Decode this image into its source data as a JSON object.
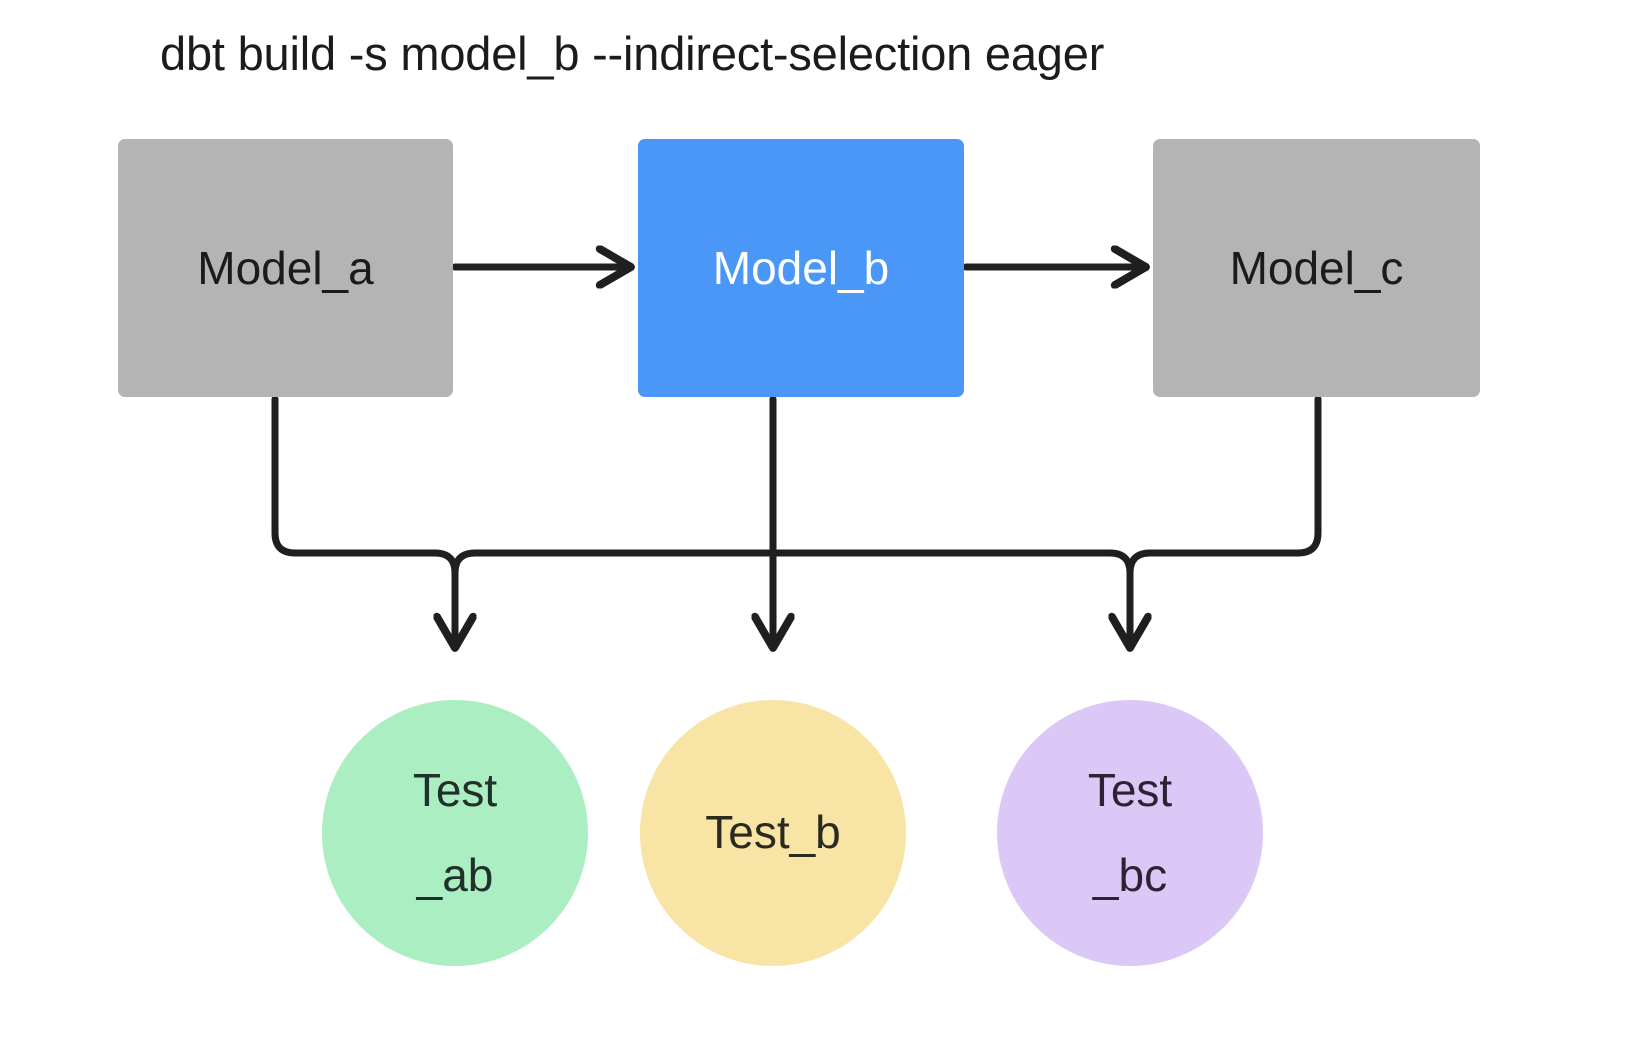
{
  "diagram": {
    "title": "dbt build -s model_b --indirect-selection eager",
    "background": "#ffffff",
    "edge_color": "#1f1f1f",
    "edge_width": 7,
    "nodes": {
      "model_a": {
        "label": "Model_a",
        "shape": "rect",
        "fill": "#b4b4b4",
        "text_color": "#1b1b1b"
      },
      "model_b": {
        "label": "Model_b",
        "shape": "rect",
        "fill": "#4a97f7",
        "text_color": "#ffffff"
      },
      "model_c": {
        "label": "Model_c",
        "shape": "rect",
        "fill": "#b4b4b4",
        "text_color": "#1b1b1b"
      },
      "test_ab": {
        "label_line1": "Test",
        "label_line2": "_ab",
        "shape": "circle",
        "fill": "#abeec2",
        "text_color": "#20302a"
      },
      "test_b": {
        "label_line1": "Test_b",
        "label_line2": "",
        "shape": "circle",
        "fill": "#f8e4a4",
        "text_color": "#2b2a20"
      },
      "test_bc": {
        "label_line1": "Test",
        "label_line2": "_bc",
        "shape": "circle",
        "fill": "#dcc8f6",
        "text_color": "#2b2333"
      }
    },
    "edges": [
      {
        "from": "model_a",
        "to": "model_b",
        "style": "arrow-right"
      },
      {
        "from": "model_b",
        "to": "model_c",
        "style": "arrow-right"
      },
      {
        "from": "model_a",
        "to": "test_ab",
        "style": "elbow-down"
      },
      {
        "from": "model_b",
        "to": "test_ab",
        "style": "elbow-down"
      },
      {
        "from": "model_b",
        "to": "test_b",
        "style": "straight-down"
      },
      {
        "from": "model_b",
        "to": "test_bc",
        "style": "elbow-down"
      },
      {
        "from": "model_c",
        "to": "test_bc",
        "style": "elbow-down"
      }
    ]
  }
}
